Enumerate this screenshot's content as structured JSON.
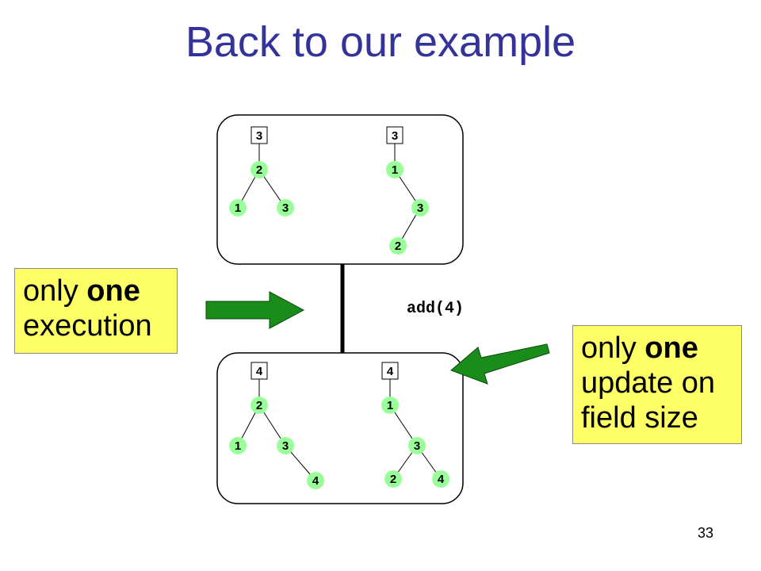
{
  "title": "Back to our example",
  "callouts": {
    "left": {
      "line1_pre": "only ",
      "line1_bold": "one",
      "line2": "execution"
    },
    "right": {
      "line1_pre": "only ",
      "line1_bold": "one",
      "line2": "update on",
      "line3": "field size"
    }
  },
  "operation": "add(4)",
  "page_number": "33",
  "colors": {
    "title": "#333399",
    "callout_bg": "#ffff66",
    "node_fill": "#99ff99",
    "arrow": "#1a8c1a"
  },
  "states": {
    "before": {
      "trees": [
        {
          "size": "3",
          "nodes": [
            "2",
            "1",
            "3"
          ]
        },
        {
          "size": "3",
          "nodes": [
            "1",
            "3",
            "2"
          ]
        }
      ]
    },
    "after": {
      "trees": [
        {
          "size": "4",
          "nodes": [
            "2",
            "1",
            "3",
            "4"
          ]
        },
        {
          "size": "4",
          "nodes": [
            "1",
            "3",
            "2",
            "4"
          ]
        }
      ]
    }
  }
}
